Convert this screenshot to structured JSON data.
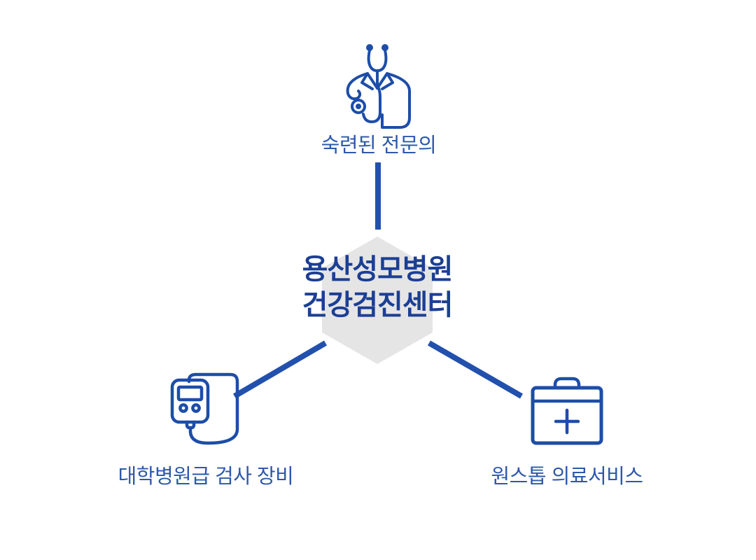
{
  "diagram": {
    "center": {
      "title_line1": "용산성모병원",
      "title_line2": "건강검진센터"
    },
    "nodes": [
      {
        "id": "specialists",
        "icon": "doctor-stethoscope-icon",
        "label": "숙련된 전문의"
      },
      {
        "id": "equipment",
        "icon": "medical-device-icon",
        "label": "대학병원급 검사 장비"
      },
      {
        "id": "service",
        "icon": "medical-bag-icon",
        "label": "원스톱 의료서비스"
      }
    ],
    "colors": {
      "line_blue": "#2250ad",
      "icon_blue": "#1d4da9",
      "title_navy": "#1c3f94",
      "label_blue": "#2e59ab",
      "hexagon_gray": "#e5e5e5",
      "background": "#ffffff"
    }
  }
}
